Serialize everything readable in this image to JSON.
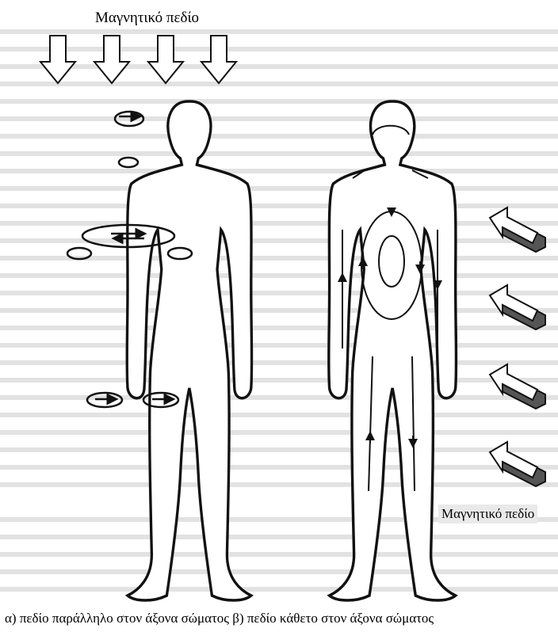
{
  "labels": {
    "field_top": "Μαγνητικό πεδίο",
    "field_right": "Μαγνητικό πεδίο",
    "caption": "α) πεδίο παράλληλο στον άξονα σώματος β) πεδίο κάθετο στον άξονα σώματος"
  },
  "figures": [
    {
      "id": "a",
      "field": "parallel",
      "icon": "human-figure-icon",
      "field_arrows": 4,
      "current_loops": [
        "head",
        "neck",
        "torso",
        "left-arm",
        "right-arm",
        "left-thigh",
        "right-thigh"
      ]
    },
    {
      "id": "b",
      "field": "perpendicular",
      "icon": "human-figure-icon",
      "field_arrows": 4,
      "current_loops": [
        "body-outline",
        "torso-oval",
        "left-arm",
        "right-arm",
        "legs"
      ]
    }
  ],
  "colors": {
    "line": "#111111",
    "page": "#ffffff",
    "background_text": "#dcdcdc",
    "arrow_shadow": "#555555"
  }
}
